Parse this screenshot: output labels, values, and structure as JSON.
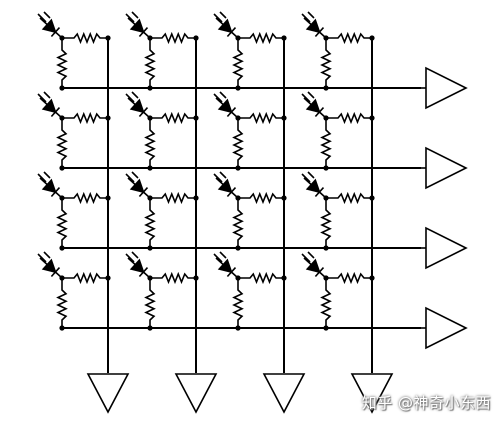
{
  "diagram": {
    "rows": 4,
    "cols": 4,
    "stroke_color": "#000000",
    "background": "#ffffff",
    "cell_symbol": "photodiode-resistor-cell",
    "row_output_symbol": "triangle-buffer-right",
    "col_output_symbol": "triangle-buffer-down"
  },
  "watermark": {
    "text": "知乎 @神奇小东西"
  }
}
